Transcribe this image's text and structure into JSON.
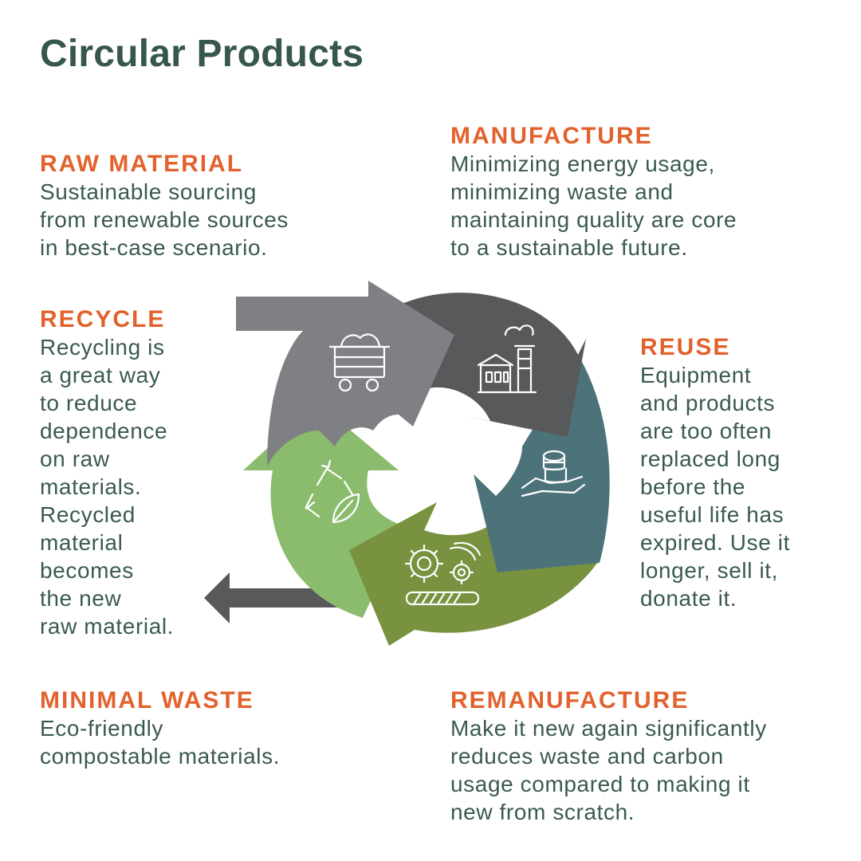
{
  "title": "Circular Products",
  "colors": {
    "title": "#37574b",
    "heading": "#e2622d",
    "body_text": "#3a5a4e",
    "raw_material_arrow": "#7f8084",
    "manufacture_arrow": "#58595b",
    "reuse_arrow": "#4d737a",
    "remanufacture_arrow": "#79923f",
    "recycle_arrow": "#8bbb6c",
    "waste_arrow": "#58595b"
  },
  "stages": {
    "raw_material": {
      "heading": "RAW MATERIAL",
      "text": "Sustainable sourcing\nfrom renewable sources\nin best-case scenario.",
      "icon": "mine-cart-icon"
    },
    "manufacture": {
      "heading": "MANUFACTURE",
      "text": "Minimizing energy usage,\nminimizing waste and\nmaintaining quality are core\nto a sustainable future.",
      "icon": "factory-icon"
    },
    "reuse": {
      "heading": "REUSE",
      "text": "Equipment\nand products\nare too often\nreplaced long\nbefore the\nuseful life has\nexpired. Use it\nlonger, sell it,\ndonate it.",
      "icon": "hand-coins-icon"
    },
    "remanufacture": {
      "heading": "REMANUFACTURE",
      "text": "Make it new again significantly\nreduces waste and carbon\nusage compared to making it\nnew from scratch.",
      "icon": "gears-progress-icon"
    },
    "recycle": {
      "heading": "RECYCLE",
      "text": "Recycling is\na great way\nto reduce\ndependence\non raw\nmaterials.\nRecycled\nmaterial\nbecomes\nthe new\nraw material.",
      "icon": "recycle-leaf-icon"
    },
    "minimal_waste": {
      "heading": "MINIMAL WASTE",
      "text": "Eco-friendly\ncompostable materials."
    }
  }
}
